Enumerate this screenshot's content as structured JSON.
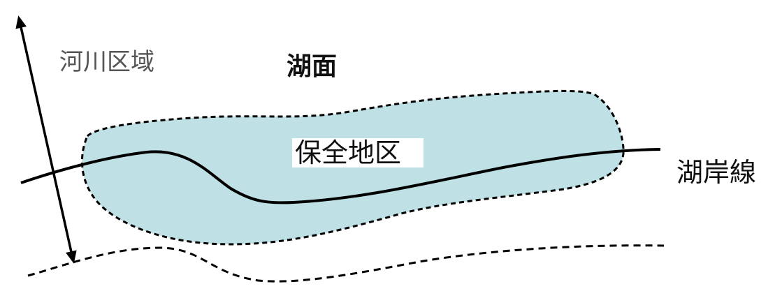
{
  "labels": {
    "river_area": "河川区域",
    "lake_surface": "湖面",
    "conservation_zone": "保全地区",
    "shoreline": "湖岸線"
  },
  "colors": {
    "zone_fill": "#bfe0e4",
    "line": "#000000",
    "background": "#ffffff",
    "river_label": "#555555"
  }
}
